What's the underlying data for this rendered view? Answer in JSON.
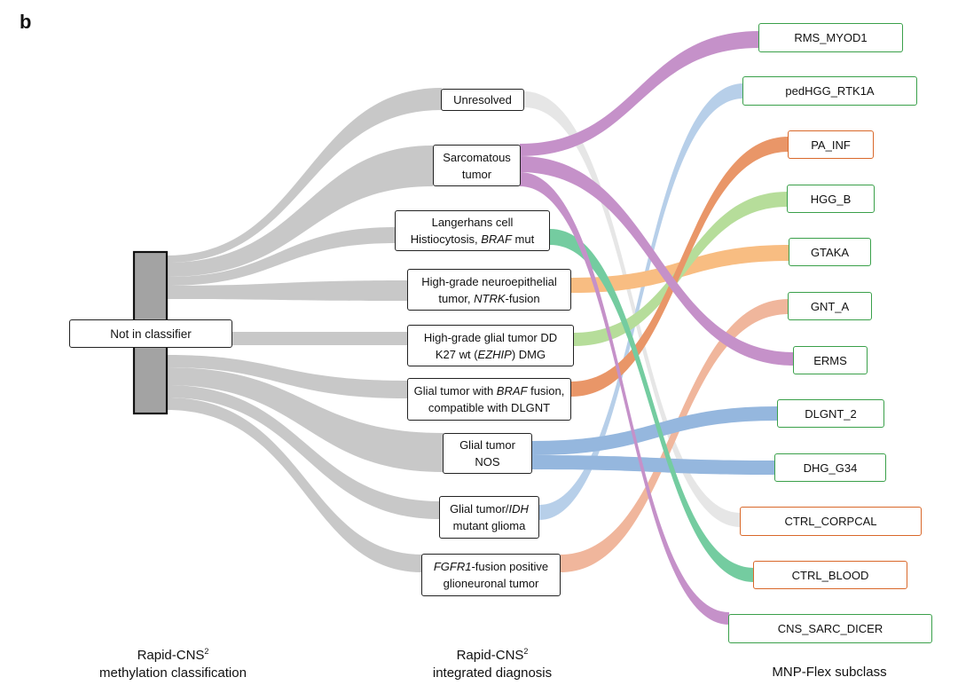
{
  "panel_label": "b",
  "columns": {
    "left": {
      "line1": "Rapid-CNS",
      "sup": "2",
      "line2": "methylation classification"
    },
    "middle": {
      "line1": "Rapid-CNS",
      "sup": "2",
      "line2": "integrated diagnosis"
    },
    "right": {
      "line1": "MNP-Flex subclass"
    }
  },
  "source_node": "Not in classifier",
  "diagnoses": {
    "unresolved": "Unresolved",
    "sarcomatous": {
      "l1": "Sarcomatous",
      "l2": "tumor"
    },
    "langerhans": {
      "l1": "Langerhans cell",
      "l2a": "Histiocytosis, ",
      "l2i": "BRAF",
      "l2b": " mut"
    },
    "neuroepithelial": {
      "l1": "High-grade neuroepithelial",
      "l2a": "tumor, ",
      "l2i": "NTRK",
      "l2b": "-fusion"
    },
    "glial_dd": {
      "l1": "High-grade glial tumor DD",
      "l2a": "K27 wt (",
      "l2i": "EZHIP",
      "l2b": ") DMG"
    },
    "glial_braf": {
      "l1a": "Glial tumor with ",
      "l1i": "BRAF",
      "l1b": " fusion,",
      "l2": "compatible with DLGNT"
    },
    "glial_nos": {
      "l1": "Glial tumor",
      "l2": "NOS"
    },
    "glial_idh": {
      "l1a": "Glial tumor/",
      "l1i": "IDH",
      "l2": "mutant glioma"
    },
    "fgfr1": {
      "l1i": "FGFR1",
      "l1b": "-fusion positive",
      "l2": "glioneuronal tumor"
    }
  },
  "subclasses": {
    "rms_myod1": "RMS_MYOD1",
    "pedhgg_rtk1a": "pedHGG_RTK1A",
    "pa_inf": "PA_INF",
    "hgg_b": "HGG_B",
    "gtaka": "GTAKA",
    "gnt_a": "GNT_A",
    "erms": "ERMS",
    "dlgnt_2": "DLGNT_2",
    "dhg_g34": "DHG_G34",
    "ctrl_corpcal": "CTRL_CORPCAL",
    "ctrl_blood": "CTRL_BLOOD",
    "cns_sarc_dicer": "CNS_SARC_DICER"
  },
  "colors": {
    "grey_flow": "#c8c8c8",
    "light_grey_flow": "#e6e6e6",
    "purple": "#c591c9",
    "light_blue": "#b7cfe9",
    "blue": "#95b7de",
    "orange_dark": "#e99668",
    "light_green": "#b6dd9a",
    "light_orange": "#f8bd82",
    "salmon": "#f0b69c",
    "teal": "#74cca0",
    "green_border": "#3aa04a",
    "orange_border": "#d9682a",
    "source_bar": "#a3a3a3"
  }
}
